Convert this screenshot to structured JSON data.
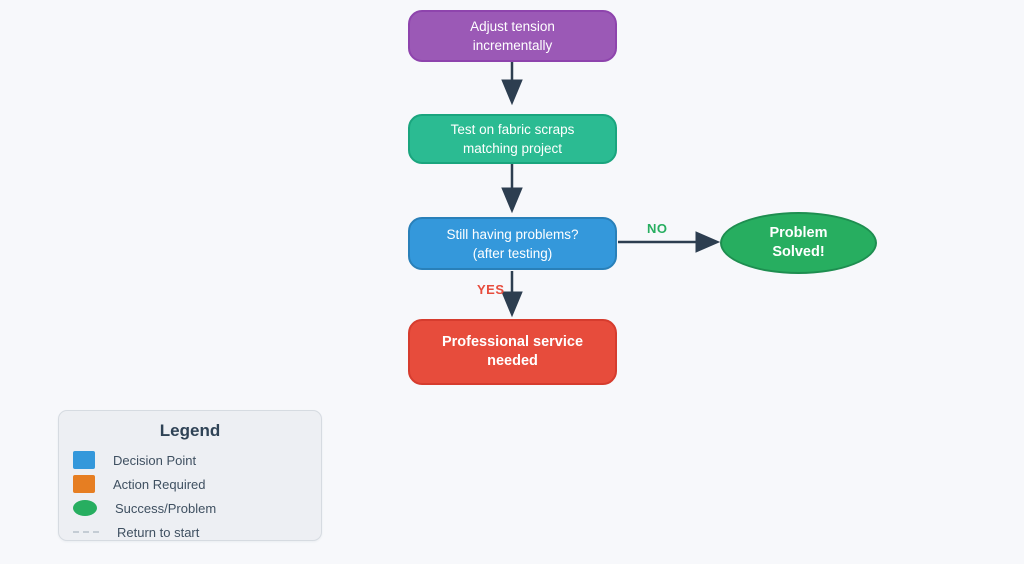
{
  "canvas": {
    "background": "#f7f8fb"
  },
  "flowchart": {
    "arrow_color": "#2d3e50",
    "nodes": [
      {
        "id": "adjust-tension",
        "type": "action",
        "lines": [
          "Adjust tension",
          "incrementally"
        ],
        "fill": "#9b59b6",
        "stroke": "#8e44ad"
      },
      {
        "id": "test-fabric-scraps",
        "type": "action",
        "lines": [
          "Test on fabric scraps",
          "matching project"
        ],
        "fill": "#2bbb92",
        "stroke": "#1aa57e"
      },
      {
        "id": "still-having-problems",
        "type": "decision",
        "lines": [
          "Still having problems?",
          "(after testing)"
        ],
        "fill": "#3498db",
        "stroke": "#2980b9"
      },
      {
        "id": "problem-solved",
        "type": "terminal",
        "lines": [
          "Problem",
          "Solved!"
        ],
        "fill": "#27ae60",
        "stroke": "#1e8e50"
      },
      {
        "id": "professional-service",
        "type": "action",
        "lines": [
          "Professional service",
          "needed"
        ],
        "fill": "#e74c3c",
        "stroke": "#d63c2e"
      }
    ],
    "edges": {
      "no": {
        "label": "NO",
        "color": "#27ae60"
      },
      "yes": {
        "label": "YES",
        "color": "#e74c3c"
      }
    }
  },
  "legend": {
    "title": "Legend",
    "items": [
      {
        "label": "Decision Point",
        "swatch": "square",
        "color": "#3498db"
      },
      {
        "label": "Action Required",
        "swatch": "square",
        "color": "#e67e22"
      },
      {
        "label": "Success/Problem",
        "swatch": "ellipse",
        "color": "#27ae60"
      },
      {
        "label": "Return to start",
        "swatch": "dashed-line",
        "color": "#c4ccd4"
      }
    ]
  }
}
